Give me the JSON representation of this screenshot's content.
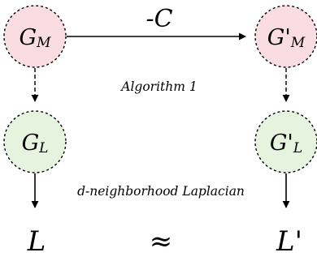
{
  "nodes": {
    "gm": {
      "main": "G",
      "sub": "M",
      "fill": "#f9dde2"
    },
    "gm_prime": {
      "main": "G'",
      "sub": "M",
      "fill": "#f9dde2"
    },
    "gl": {
      "main": "G",
      "sub": "L",
      "fill": "#e6f3df"
    },
    "gl_prime": {
      "main": "G'",
      "sub": "L",
      "fill": "#e6f3df"
    }
  },
  "edges": {
    "top": "-C",
    "middle": "Algorithm 1",
    "bottom": "d-neighborhood Laplacian"
  },
  "outputs": {
    "left": "L",
    "relation": "≈",
    "right": "L'"
  }
}
